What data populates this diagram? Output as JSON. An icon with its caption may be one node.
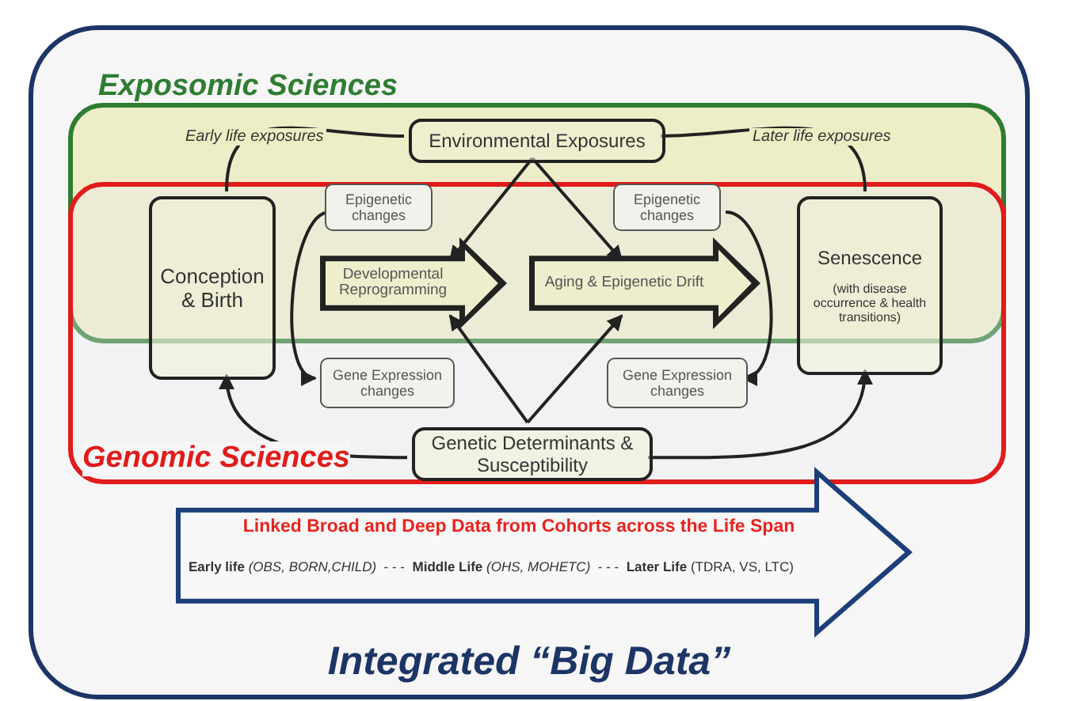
{
  "diagram": {
    "nodes": [
      {
        "text": [
          "Integrated “Big Data”"
        ]
      },
      {
        "text": [
          "Exposomic Sciences"
        ],
        "in": 0
      },
      {
        "text": [
          "Genomic Sciences"
        ],
        "in": 0
      },
      {
        "text": [
          "Environmental Exposures"
        ],
        "in": 1
      },
      {
        "text": [
          "Conception & Birth"
        ],
        "in": 2
      },
      {
        "text": [
          "Epigenetic changes"
        ]
      },
      {
        "text": [
          "Developmental Reprogramming"
        ]
      },
      {
        "text": [
          "Epigenetic changes"
        ]
      },
      {
        "text": [
          "Aging & Epigenetic Drift"
        ]
      },
      {
        "text": [
          "Senescence",
          "(with disease occurrence & health transitions)"
        ],
        "in": 2
      },
      {
        "text": [
          "Gene Expression changes"
        ],
        "in": 2
      },
      {
        "text": [
          "Gene Expression changes"
        ],
        "in": 2
      },
      {
        "text": [
          "Genetic Determinants & Susceptibility"
        ],
        "in": 2
      },
      {
        "text": [
          "Linked Broad and Deep Data from Cohorts across the Life Span",
          "**Early life** *(OBS, BORN,CHILD)*  - - -  **Middle Life** *(OHS, MOHETC)*  - - -  **Later Life** (TDRA, VS, LTC)"
        ],
        "in": 0
      }
    ],
    "edges": [
      {
        "from": 3,
        "to": 4,
        "arrow": "none",
        "label": "Early life exposures"
      },
      {
        "from": 3,
        "to": 9,
        "arrow": "none",
        "label": "Later life exposures"
      },
      {
        "from": 3,
        "to": 6,
        "arrow": "to"
      },
      {
        "from": 3,
        "to": 8,
        "arrow": "to"
      },
      {
        "from": 12,
        "to": 6,
        "arrow": "to"
      },
      {
        "from": 12,
        "to": 8,
        "arrow": "to"
      },
      {
        "from": 12,
        "to": 4,
        "arrow": "to"
      },
      {
        "from": 12,
        "to": 9,
        "arrow": "to"
      },
      {
        "from": 5,
        "to": 10,
        "arrow": "to"
      },
      {
        "from": 7,
        "to": 11,
        "arrow": "to"
      }
    ]
  }
}
